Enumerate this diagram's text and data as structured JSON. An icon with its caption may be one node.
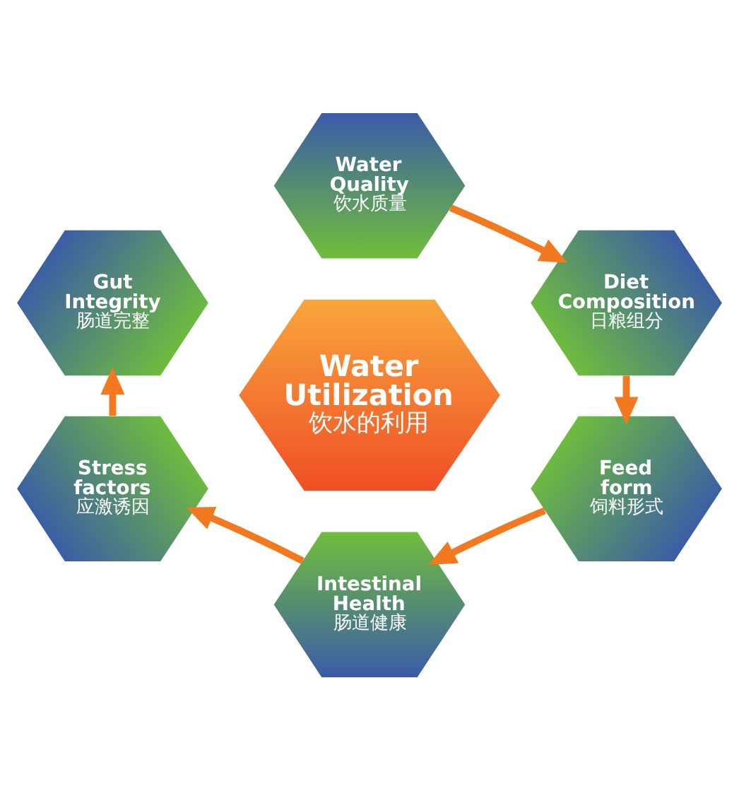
{
  "diagram": {
    "nodes": [
      {
        "text": [
          "Water Utilization",
          "饮水的利用"
        ]
      },
      {
        "text": [
          "Water Quality",
          "饮水质量"
        ]
      },
      {
        "text": [
          "Gut Integrity",
          "肠道完整"
        ]
      },
      {
        "text": [
          "Diet Composition",
          "日粮组分"
        ]
      },
      {
        "text": [
          "Stress factors",
          "应激诱因"
        ]
      },
      {
        "text": [
          "Feed form",
          "饲料形式"
        ]
      },
      {
        "text": [
          "Intestinal Health",
          "肠道健康"
        ]
      }
    ],
    "edges": [
      {
        "from": 1,
        "to": 3,
        "arrow": "to"
      },
      {
        "from": 3,
        "to": 5,
        "arrow": "to"
      },
      {
        "from": 5,
        "to": 6,
        "arrow": "to"
      },
      {
        "from": 6,
        "to": 4,
        "arrow": "to"
      },
      {
        "from": 4,
        "to": 2,
        "arrow": "to"
      }
    ]
  }
}
